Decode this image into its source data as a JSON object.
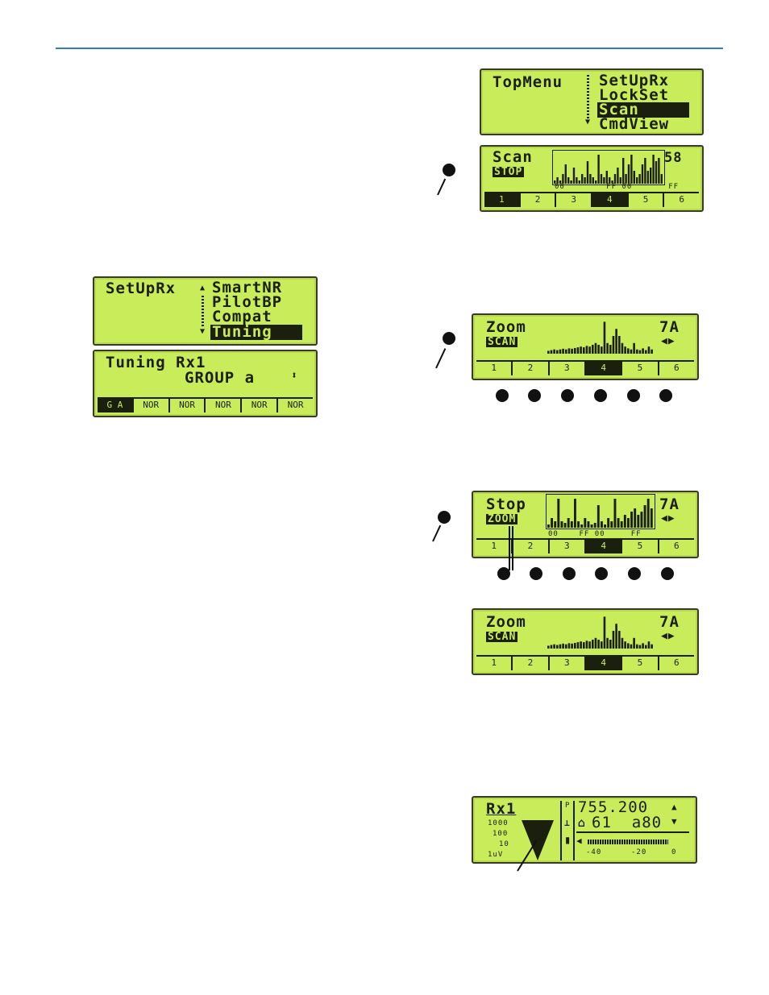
{
  "top_menu": {
    "title": "TopMenu",
    "items": [
      "SetUpRx",
      "LockSet",
      "Scan",
      "CmdView"
    ],
    "selected": "Scan"
  },
  "scan_screen": {
    "title": "Scan",
    "badge": "STOP",
    "value": "58",
    "markers": "00        FF 00       FF",
    "tabs": [
      "1",
      "2",
      "3",
      "4",
      "5",
      "6"
    ],
    "selected_tabs": [
      "1",
      "4"
    ]
  },
  "setup_menu": {
    "title": "SetUpRx",
    "items": [
      "SmartNR",
      "PilotBP",
      "Compat",
      "Tuning"
    ],
    "selected": "Tuning"
  },
  "tuning_screen": {
    "line1": "Tuning Rx1",
    "line2": "GROUP a",
    "tabs": [
      "G A",
      "NOR",
      "NOR",
      "NOR",
      "NOR",
      "NOR"
    ]
  },
  "zoom_screen_1": {
    "title": "Zoom",
    "badge": "SCAN",
    "channel": "7A",
    "tabs": [
      "1",
      "2",
      "3",
      "4",
      "5",
      "6"
    ],
    "selected_tab": "4"
  },
  "stop_screen": {
    "title": "Stop",
    "badge": "ZOOM",
    "channel": "7A",
    "markers": "00    FF 00     FF",
    "tabs": [
      "1",
      "2",
      "3",
      "4",
      "5",
      "6"
    ],
    "selected_tab": "4"
  },
  "zoom_screen_2": {
    "title": "Zoom",
    "badge": "SCAN",
    "channel": "7A",
    "tabs": [
      "1",
      "2",
      "3",
      "4",
      "5",
      "6"
    ],
    "selected_tab": "4"
  },
  "rx_screen": {
    "title": "Rx1",
    "frequency": "755.200",
    "channel_line": "61  a80",
    "scale_left": [
      "1000",
      "100",
      "10",
      "1uV"
    ],
    "meter_scale": [
      "-40",
      "-20",
      "0"
    ],
    "side_labels": [
      "P"
    ]
  },
  "colors": {
    "lcd_bg": "#c9ec5a",
    "lcd_fg": "#1a1f0e",
    "rule": "#2f7fc1"
  }
}
